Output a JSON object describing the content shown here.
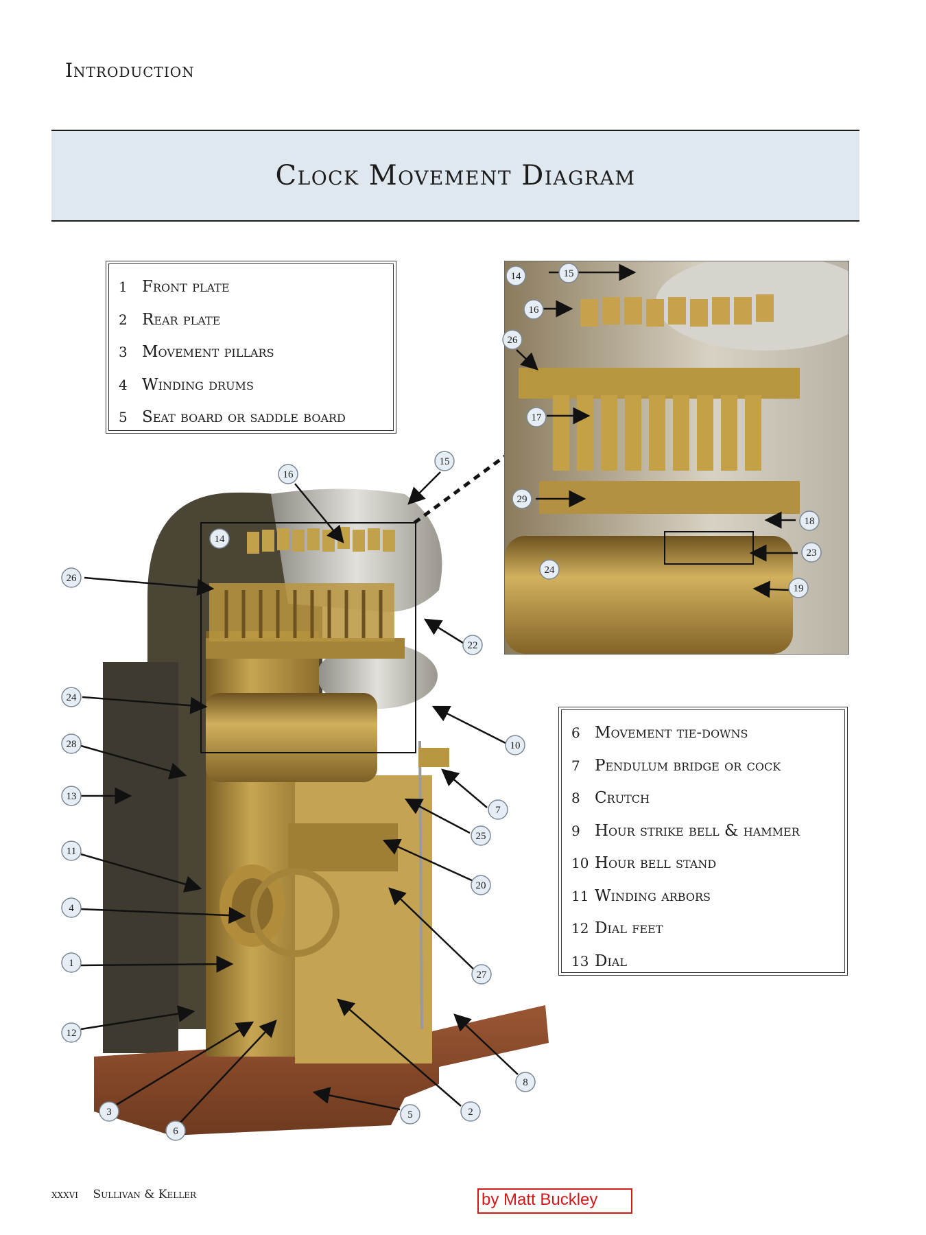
{
  "page": {
    "section": "Introduction",
    "title": "Clock Movement Diagram",
    "footer_page_number": "xxxvi",
    "footer_authors": "Sullivan & Keller",
    "credit": "by Matt Buckley"
  },
  "legend_top": [
    {
      "num": "1",
      "label": "Front plate"
    },
    {
      "num": "2",
      "label": "Rear plate"
    },
    {
      "num": "3",
      "label": "Movement pillars"
    },
    {
      "num": "4",
      "label": "Winding drums"
    },
    {
      "num": "5",
      "label": "Seat board or saddle board"
    }
  ],
  "legend_bottom": [
    {
      "num": "6",
      "label": "Movement tie-downs"
    },
    {
      "num": "7",
      "label": "Pendulum bridge or cock"
    },
    {
      "num": "8",
      "label": "Crutch"
    },
    {
      "num": "9",
      "label": "Hour strike bell & hammer"
    },
    {
      "num": "10",
      "label": "Hour bell stand"
    },
    {
      "num": "11",
      "label": "Winding arbors"
    },
    {
      "num": "12",
      "label": "Dial feet"
    },
    {
      "num": "13",
      "label": "Dial"
    }
  ],
  "callouts_main": [
    "15",
    "16",
    "14",
    "26",
    "22",
    "24",
    "10",
    "28",
    "7",
    "13",
    "25",
    "11",
    "20",
    "4",
    "27",
    "1",
    "12",
    "8",
    "3",
    "5",
    "2",
    "6"
  ],
  "callouts_inset": [
    "14",
    "15",
    "16",
    "26",
    "17",
    "29",
    "18",
    "23",
    "24",
    "19"
  ],
  "colors": {
    "title_band": "#dfe7ef",
    "brass": "#b8953f",
    "wood": "#8a4a2a",
    "dial": "#4b4536",
    "bell": "#c9c7c0",
    "callout_fill": "#e6edf4",
    "credit": "#d21818"
  }
}
